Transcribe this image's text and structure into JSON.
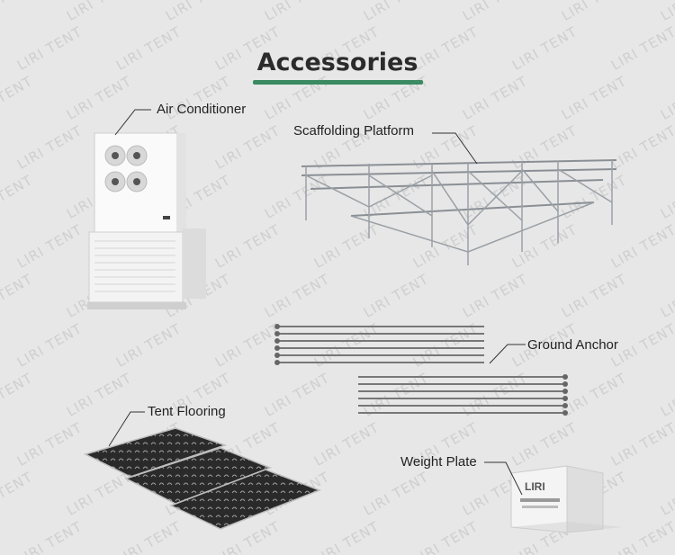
{
  "title": "Accessories",
  "watermark_text": "LIRI TENT",
  "items": {
    "air_conditioner": "Air Conditioner",
    "scaffolding_platform": "Scaffolding Platform",
    "ground_anchor": "Ground Anchor",
    "tent_flooring": "Tent Flooring",
    "weight_plate": "Weight Plate"
  },
  "weight_plate_box": {
    "logo": "LIRI"
  },
  "colors": {
    "underline": "#3a8a62",
    "background": "#e7e7e7"
  }
}
